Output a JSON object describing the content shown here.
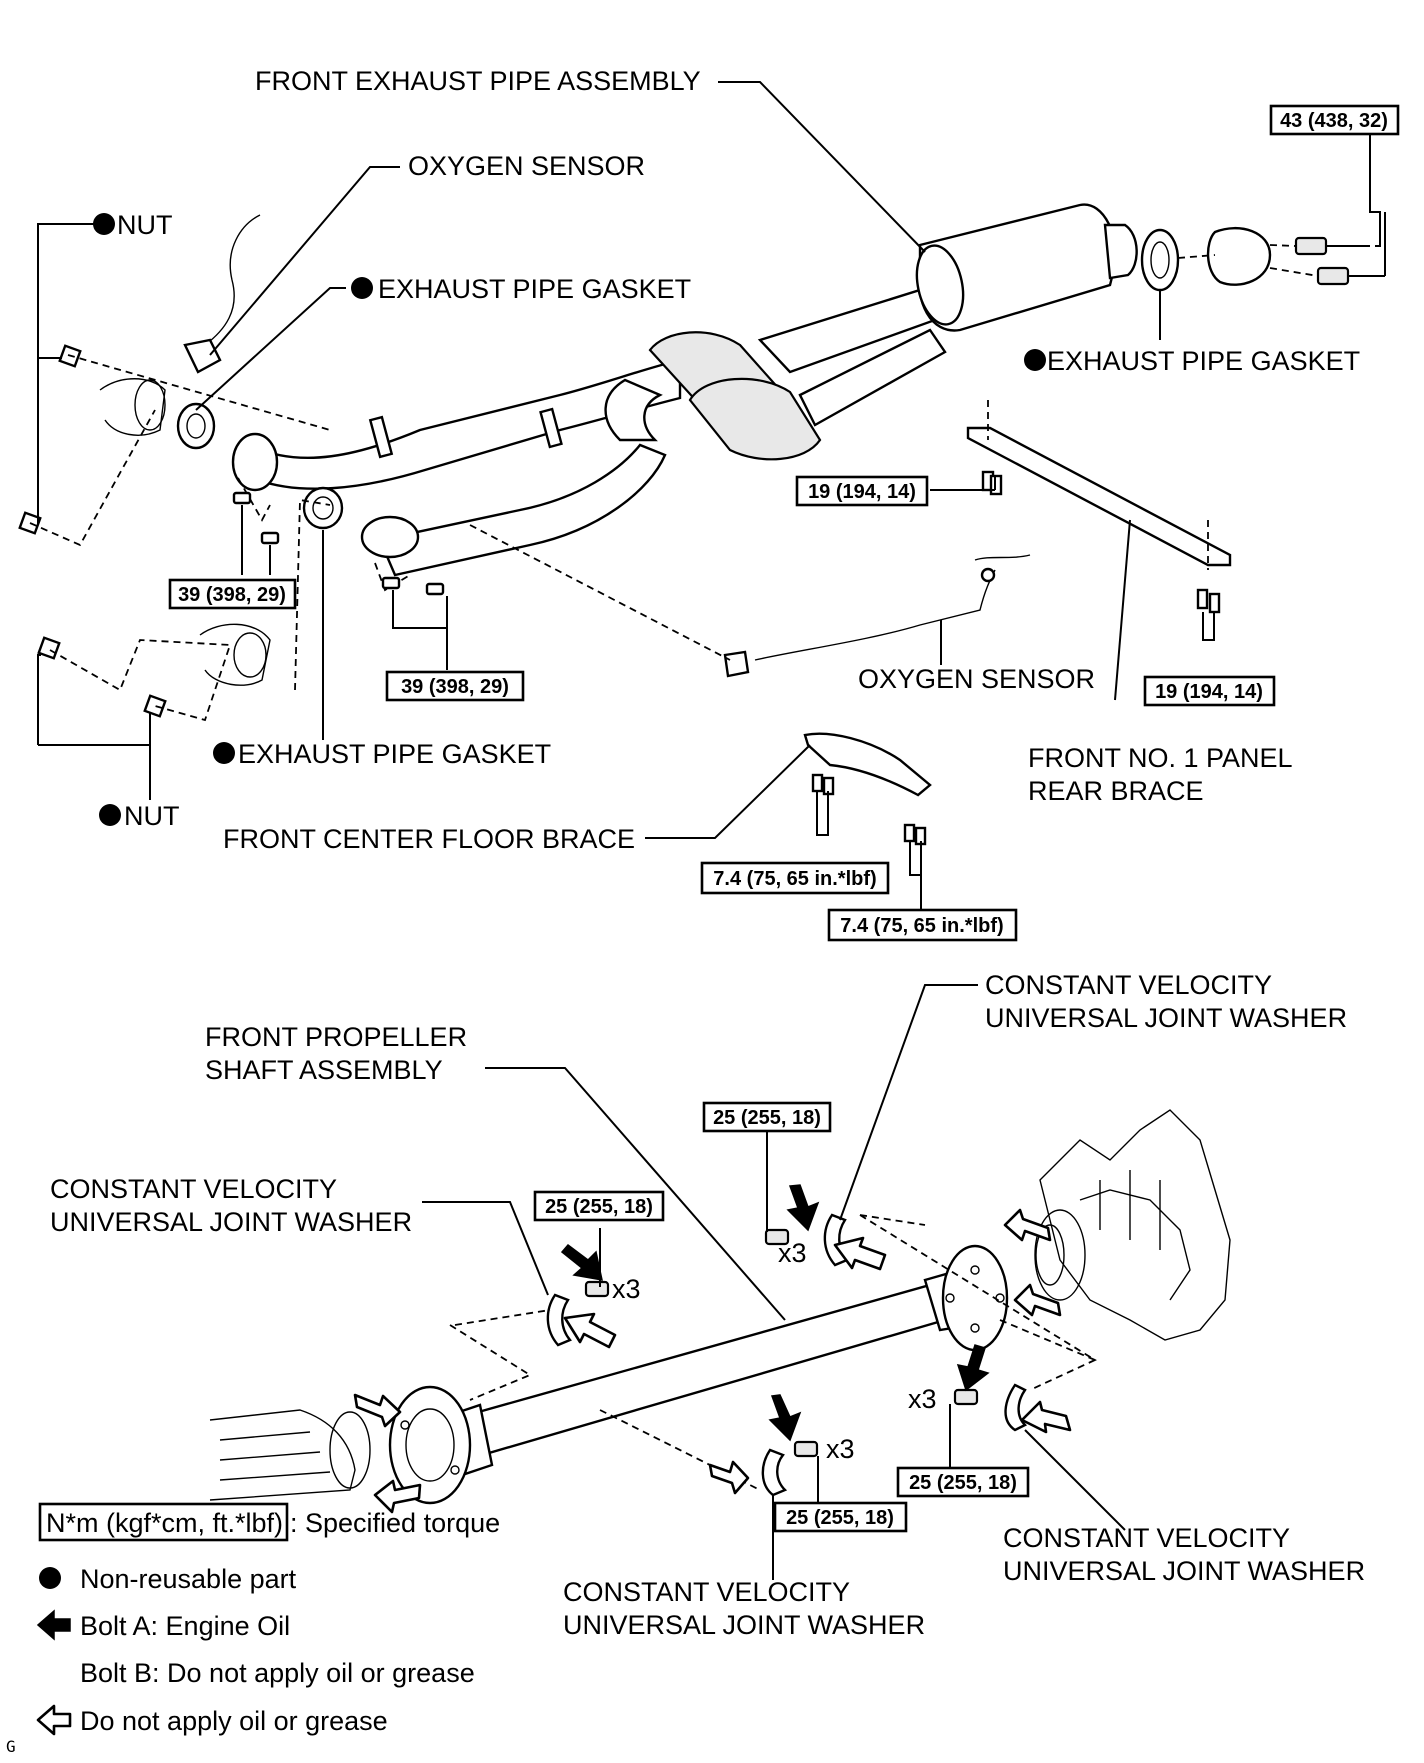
{
  "labels": {
    "front_exhaust_pipe_assembly": "FRONT EXHAUST PIPE ASSEMBLY",
    "oxygen_sensor_top": "OXYGEN SENSOR",
    "nut_top": "NUT",
    "exhaust_pipe_gasket_left": "EXHAUST PIPE GASKET",
    "exhaust_pipe_gasket_right": "EXHAUST PIPE GASKET",
    "exhaust_pipe_gasket_bottom": "EXHAUST PIPE GASKET",
    "oxygen_sensor_bottom": "OXYGEN SENSOR",
    "nut_bottom": "NUT",
    "front_no1_panel_rear_brace_1": "FRONT NO. 1 PANEL",
    "front_no1_panel_rear_brace_2": "REAR BRACE",
    "front_center_floor_brace": "FRONT CENTER FLOOR BRACE",
    "front_propeller_shaft_1": "FRONT PROPELLER",
    "front_propeller_shaft_2": "SHAFT ASSEMBLY",
    "cv_washer_tr_1": "CONSTANT VELOCITY",
    "cv_washer_tr_2": "UNIVERSAL JOINT WASHER",
    "cv_washer_l_1": "CONSTANT VELOCITY",
    "cv_washer_l_2": "UNIVERSAL JOINT WASHER",
    "cv_washer_br_1": "CONSTANT VELOCITY",
    "cv_washer_br_2": "UNIVERSAL JOINT WASHER",
    "cv_washer_bc_1": "CONSTANT VELOCITY",
    "cv_washer_bc_2": "UNIVERSAL JOINT WASHER"
  },
  "torques": {
    "t43": "43 (438, 32)",
    "t19a": "19 (194, 14)",
    "t19b": "19 (194, 14)",
    "t39a": "39 (398, 29)",
    "t39b": "39 (398, 29)",
    "t74a": "7.4 (75, 65 in.*lbf)",
    "t74b": "7.4 (75, 65 in.*lbf)",
    "t25a": "25 (255, 18)",
    "t25b": "25 (255, 18)",
    "t25c": "25 (255, 18)",
    "t25d": "25 (255, 18)"
  },
  "multipliers": {
    "m1": "x3",
    "m2": "x3",
    "m3": "x3",
    "m4": "x3"
  },
  "legend": {
    "unit_box": "N*m (kgf*cm, ft.*lbf)",
    "unit_desc": ": Specified torque",
    "non_reusable": "Non-reusable part",
    "bolt_a": "Bolt A: Engine Oil",
    "bolt_b": "Bolt B: Do not apply oil or grease",
    "no_oil": "Do not apply oil or grease"
  },
  "corner_mark": "G"
}
